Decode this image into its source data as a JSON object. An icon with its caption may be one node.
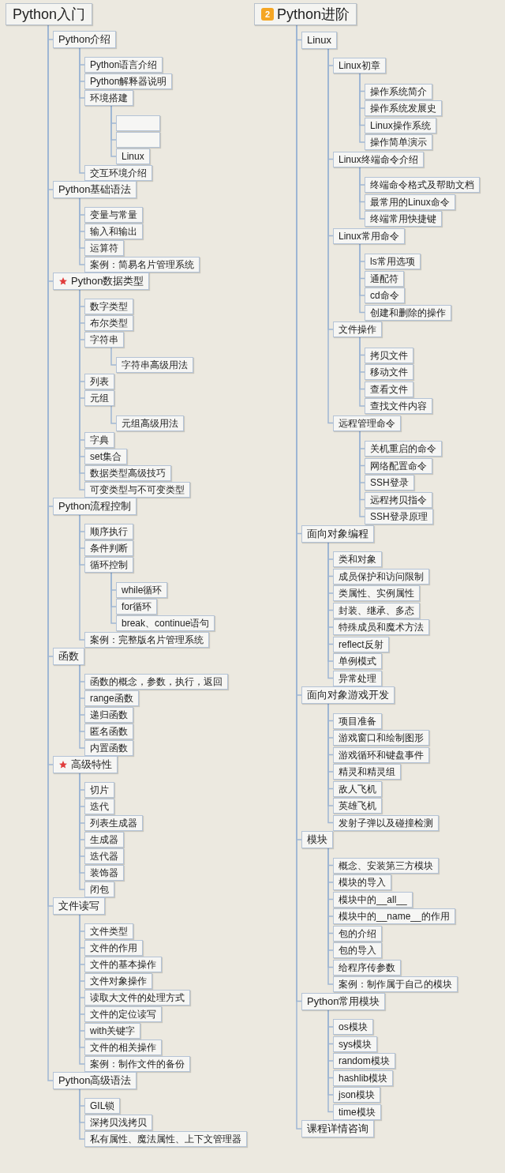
{
  "diagram": {
    "nodes": [
      {
        "text": [
          "Python入门"
        ]
      },
      {
        "text": [
          "Python介绍"
        ]
      },
      {
        "text": [
          "Python语言介绍"
        ]
      },
      {
        "text": [
          "Python解释器说明"
        ]
      },
      {
        "text": [
          "环境搭建"
        ]
      },
      {
        "text": [],
        "shape": "box"
      },
      {
        "text": [],
        "shape": "box"
      },
      {
        "text": [
          "Linux"
        ]
      },
      {
        "text": [
          "交互环境介绍"
        ]
      },
      {
        "text": [
          "Python基础语法"
        ]
      },
      {
        "text": [
          "变量与常量"
        ]
      },
      {
        "text": [
          "输入和输出"
        ]
      },
      {
        "text": [
          "运算符"
        ]
      },
      {
        "text": [
          "案例：简易名片管理系统"
        ]
      },
      {
        "text": [
          "Python数据类型"
        ]
      },
      {
        "text": [
          "数字类型"
        ]
      },
      {
        "text": [
          "布尔类型"
        ]
      },
      {
        "text": [
          "字符串"
        ]
      },
      {
        "text": [
          "字符串高级用法"
        ]
      },
      {
        "text": [
          "列表"
        ]
      },
      {
        "text": [
          "元组"
        ]
      },
      {
        "text": [
          "元组高级用法"
        ]
      },
      {
        "text": [
          "字典"
        ]
      },
      {
        "text": [
          "set集合"
        ]
      },
      {
        "text": [
          "数据类型高级技巧"
        ]
      },
      {
        "text": [
          "可变类型与不可变类型"
        ]
      },
      {
        "text": [
          "Python流程控制"
        ]
      },
      {
        "text": [
          "顺序执行"
        ]
      },
      {
        "text": [
          "条件判断"
        ]
      },
      {
        "text": [
          "循环控制"
        ]
      },
      {
        "text": [
          "while循环"
        ]
      },
      {
        "text": [
          "for循环"
        ]
      },
      {
        "text": [
          "break、continue语句"
        ]
      },
      {
        "text": [
          "案例：完整版名片管理系统"
        ]
      },
      {
        "text": [
          "函数"
        ]
      },
      {
        "text": [
          "函数的概念，参数，执行，返回"
        ]
      },
      {
        "text": [
          "range函数"
        ]
      },
      {
        "text": [
          "递归函数"
        ]
      },
      {
        "text": [
          "匿名函数"
        ]
      },
      {
        "text": [
          "内置函数"
        ]
      },
      {
        "text": [
          "高级特性"
        ]
      },
      {
        "text": [
          "切片"
        ]
      },
      {
        "text": [
          "迭代"
        ]
      },
      {
        "text": [
          "列表生成器"
        ]
      },
      {
        "text": [
          "生成器"
        ]
      },
      {
        "text": [
          "迭代器"
        ]
      },
      {
        "text": [
          "装饰器"
        ]
      },
      {
        "text": [
          "闭包"
        ]
      },
      {
        "text": [
          "文件读写"
        ]
      },
      {
        "text": [
          "文件类型"
        ]
      },
      {
        "text": [
          "文件的作用"
        ]
      },
      {
        "text": [
          "文件的基本操作"
        ]
      },
      {
        "text": [
          "文件对象操作"
        ]
      },
      {
        "text": [
          "读取大文件的处理方式"
        ]
      },
      {
        "text": [
          "文件的定位读写"
        ]
      },
      {
        "text": [
          "with关键字"
        ]
      },
      {
        "text": [
          "文件的相关操作"
        ]
      },
      {
        "text": [
          "案例：制作文件的备份"
        ]
      },
      {
        "text": [
          "Python高级语法"
        ]
      },
      {
        "text": [
          "GIL锁"
        ]
      },
      {
        "text": [
          "深拷贝浅拷贝"
        ]
      },
      {
        "text": [
          "私有属性、魔法属性、上下文管理器"
        ]
      },
      {
        "text": [
          "Python进阶"
        ]
      },
      {
        "text": [
          "Linux"
        ]
      },
      {
        "text": [
          "Linux初章"
        ]
      },
      {
        "text": [
          "操作系统简介"
        ]
      },
      {
        "text": [
          "操作系统发展史"
        ]
      },
      {
        "text": [
          "Linux操作系统"
        ]
      },
      {
        "text": [
          "操作简单演示"
        ]
      },
      {
        "text": [
          "Linux终端命令介绍"
        ]
      },
      {
        "text": [
          "终端命令格式及帮助文档"
        ]
      },
      {
        "text": [
          "最常用的Linux命令"
        ]
      },
      {
        "text": [
          "终端常用快捷键"
        ]
      },
      {
        "text": [
          "Linux常用命令"
        ]
      },
      {
        "text": [
          "ls常用选项"
        ]
      },
      {
        "text": [
          "通配符"
        ]
      },
      {
        "text": [
          "cd命令"
        ]
      },
      {
        "text": [
          "创建和删除的操作"
        ]
      },
      {
        "text": [
          "文件操作"
        ]
      },
      {
        "text": [
          "拷贝文件"
        ]
      },
      {
        "text": [
          "移动文件"
        ]
      },
      {
        "text": [
          "查看文件"
        ]
      },
      {
        "text": [
          "查找文件内容"
        ]
      },
      {
        "text": [
          "远程管理命令"
        ]
      },
      {
        "text": [
          "关机重启的命令"
        ]
      },
      {
        "text": [
          "网络配置命令"
        ]
      },
      {
        "text": [
          "SSH登录"
        ]
      },
      {
        "text": [
          "远程拷贝指令"
        ]
      },
      {
        "text": [
          "SSH登录原理"
        ]
      },
      {
        "text": [
          "面向对象编程"
        ]
      },
      {
        "text": [
          "类和对象"
        ]
      },
      {
        "text": [
          "成员保护和访问限制"
        ]
      },
      {
        "text": [
          "类属性、实例属性"
        ]
      },
      {
        "text": [
          "封装、继承、多态"
        ]
      },
      {
        "text": [
          "特殊成员和魔术方法"
        ]
      },
      {
        "text": [
          "reflect反射"
        ]
      },
      {
        "text": [
          "单例模式"
        ]
      },
      {
        "text": [
          "异常处理"
        ]
      },
      {
        "text": [
          "面向对象游戏开发"
        ]
      },
      {
        "text": [
          "项目准备"
        ]
      },
      {
        "text": [
          "游戏窗口和绘制图形"
        ]
      },
      {
        "text": [
          "游戏循环和键盘事件"
        ]
      },
      {
        "text": [
          "精灵和精灵组"
        ]
      },
      {
        "text": [
          "敌人飞机"
        ]
      },
      {
        "text": [
          "英雄飞机"
        ]
      },
      {
        "text": [
          "发射子弹以及碰撞检测"
        ]
      },
      {
        "text": [
          "模块"
        ]
      },
      {
        "text": [
          "概念、安装第三方模块"
        ]
      },
      {
        "text": [
          "模块的导入"
        ]
      },
      {
        "text": [
          "模块中的__all__"
        ]
      },
      {
        "text": [
          "模块中的__name__的作用"
        ]
      },
      {
        "text": [
          "包的介绍"
        ]
      },
      {
        "text": [
          "包的导入"
        ]
      },
      {
        "text": [
          "给程序传参数"
        ]
      },
      {
        "text": [
          "案例：制作属于自己的模块"
        ]
      },
      {
        "text": [
          "Python常用模块"
        ]
      },
      {
        "text": [
          "os模块"
        ]
      },
      {
        "text": [
          "sys模块"
        ]
      },
      {
        "text": [
          "random模块"
        ]
      },
      {
        "text": [
          "hashlib模块"
        ]
      },
      {
        "text": [
          "json模块"
        ]
      },
      {
        "text": [
          "time模块"
        ]
      },
      {
        "text": [
          "课程详情咨询"
        ]
      }
    ],
    "edges": [
      {
        "from": 0,
        "to": 1,
        "arrow": "none"
      },
      {
        "from": 1,
        "to": 2,
        "arrow": "none"
      },
      {
        "from": 1,
        "to": 3,
        "arrow": "none"
      },
      {
        "from": 1,
        "to": 4,
        "arrow": "none"
      },
      {
        "from": 4,
        "to": 5,
        "arrow": "none"
      },
      {
        "from": 4,
        "to": 6,
        "arrow": "none"
      },
      {
        "from": 4,
        "to": 7,
        "arrow": "none"
      },
      {
        "from": 1,
        "to": 8,
        "arrow": "none"
      },
      {
        "from": 0,
        "to": 9,
        "arrow": "none"
      },
      {
        "from": 9,
        "to": 10,
        "arrow": "none"
      },
      {
        "from": 9,
        "to": 11,
        "arrow": "none"
      },
      {
        "from": 9,
        "to": 12,
        "arrow": "none"
      },
      {
        "from": 9,
        "to": 13,
        "arrow": "none"
      },
      {
        "from": 0,
        "to": 14,
        "arrow": "none"
      },
      {
        "from": 14,
        "to": 15,
        "arrow": "none"
      },
      {
        "from": 14,
        "to": 16,
        "arrow": "none"
      },
      {
        "from": 14,
        "to": 17,
        "arrow": "none"
      },
      {
        "from": 17,
        "to": 18,
        "arrow": "none"
      },
      {
        "from": 14,
        "to": 19,
        "arrow": "none"
      },
      {
        "from": 14,
        "to": 20,
        "arrow": "none"
      },
      {
        "from": 20,
        "to": 21,
        "arrow": "none"
      },
      {
        "from": 14,
        "to": 22,
        "arrow": "none"
      },
      {
        "from": 14,
        "to": 23,
        "arrow": "none"
      },
      {
        "from": 14,
        "to": 24,
        "arrow": "none"
      },
      {
        "from": 14,
        "to": 25,
        "arrow": "none"
      },
      {
        "from": 0,
        "to": 26,
        "arrow": "none"
      },
      {
        "from": 26,
        "to": 27,
        "arrow": "none"
      },
      {
        "from": 26,
        "to": 28,
        "arrow": "none"
      },
      {
        "from": 26,
        "to": 29,
        "arrow": "none"
      },
      {
        "from": 29,
        "to": 30,
        "arrow": "none"
      },
      {
        "from": 29,
        "to": 31,
        "arrow": "none"
      },
      {
        "from": 29,
        "to": 32,
        "arrow": "none"
      },
      {
        "from": 26,
        "to": 33,
        "arrow": "none"
      },
      {
        "from": 0,
        "to": 34,
        "arrow": "none"
      },
      {
        "from": 34,
        "to": 35,
        "arrow": "none"
      },
      {
        "from": 34,
        "to": 36,
        "arrow": "none"
      },
      {
        "from": 34,
        "to": 37,
        "arrow": "none"
      },
      {
        "from": 34,
        "to": 38,
        "arrow": "none"
      },
      {
        "from": 34,
        "to": 39,
        "arrow": "none"
      },
      {
        "from": 0,
        "to": 40,
        "arrow": "none"
      },
      {
        "from": 40,
        "to": 41,
        "arrow": "none"
      },
      {
        "from": 40,
        "to": 42,
        "arrow": "none"
      },
      {
        "from": 40,
        "to": 43,
        "arrow": "none"
      },
      {
        "from": 40,
        "to": 44,
        "arrow": "none"
      },
      {
        "from": 40,
        "to": 45,
        "arrow": "none"
      },
      {
        "from": 40,
        "to": 46,
        "arrow": "none"
      },
      {
        "from": 40,
        "to": 47,
        "arrow": "none"
      },
      {
        "from": 0,
        "to": 48,
        "arrow": "none"
      },
      {
        "from": 48,
        "to": 49,
        "arrow": "none"
      },
      {
        "from": 48,
        "to": 50,
        "arrow": "none"
      },
      {
        "from": 48,
        "to": 51,
        "arrow": "none"
      },
      {
        "from": 48,
        "to": 52,
        "arrow": "none"
      },
      {
        "from": 48,
        "to": 53,
        "arrow": "none"
      },
      {
        "from": 48,
        "to": 54,
        "arrow": "none"
      },
      {
        "from": 48,
        "to": 55,
        "arrow": "none"
      },
      {
        "from": 48,
        "to": 56,
        "arrow": "none"
      },
      {
        "from": 48,
        "to": 57,
        "arrow": "none"
      },
      {
        "from": 0,
        "to": 58,
        "arrow": "none"
      },
      {
        "from": 58,
        "to": 59,
        "arrow": "none"
      },
      {
        "from": 58,
        "to": 60,
        "arrow": "none"
      },
      {
        "from": 58,
        "to": 61,
        "arrow": "none"
      },
      {
        "from": 62,
        "to": 63,
        "arrow": "none"
      },
      {
        "from": 63,
        "to": 64,
        "arrow": "none"
      },
      {
        "from": 64,
        "to": 65,
        "arrow": "none"
      },
      {
        "from": 64,
        "to": 66,
        "arrow": "none"
      },
      {
        "from": 64,
        "to": 67,
        "arrow": "none"
      },
      {
        "from": 64,
        "to": 68,
        "arrow": "none"
      },
      {
        "from": 63,
        "to": 69,
        "arrow": "none"
      },
      {
        "from": 69,
        "to": 70,
        "arrow": "none"
      },
      {
        "from": 69,
        "to": 71,
        "arrow": "none"
      },
      {
        "from": 69,
        "to": 72,
        "arrow": "none"
      },
      {
        "from": 63,
        "to": 73,
        "arrow": "none"
      },
      {
        "from": 73,
        "to": 74,
        "arrow": "none"
      },
      {
        "from": 73,
        "to": 75,
        "arrow": "none"
      },
      {
        "from": 73,
        "to": 76,
        "arrow": "none"
      },
      {
        "from": 73,
        "to": 77,
        "arrow": "none"
      },
      {
        "from": 63,
        "to": 78,
        "arrow": "none"
      },
      {
        "from": 78,
        "to": 79,
        "arrow": "none"
      },
      {
        "from": 78,
        "to": 80,
        "arrow": "none"
      },
      {
        "from": 78,
        "to": 81,
        "arrow": "none"
      },
      {
        "from": 78,
        "to": 82,
        "arrow": "none"
      },
      {
        "from": 63,
        "to": 83,
        "arrow": "none"
      },
      {
        "from": 83,
        "to": 84,
        "arrow": "none"
      },
      {
        "from": 83,
        "to": 85,
        "arrow": "none"
      },
      {
        "from": 83,
        "to": 86,
        "arrow": "none"
      },
      {
        "from": 83,
        "to": 87,
        "arrow": "none"
      },
      {
        "from": 83,
        "to": 88,
        "arrow": "none"
      },
      {
        "from": 62,
        "to": 89,
        "arrow": "none"
      },
      {
        "from": 89,
        "to": 90,
        "arrow": "none"
      },
      {
        "from": 89,
        "to": 91,
        "arrow": "none"
      },
      {
        "from": 89,
        "to": 92,
        "arrow": "none"
      },
      {
        "from": 89,
        "to": 93,
        "arrow": "none"
      },
      {
        "from": 89,
        "to": 94,
        "arrow": "none"
      },
      {
        "from": 89,
        "to": 95,
        "arrow": "none"
      },
      {
        "from": 89,
        "to": 96,
        "arrow": "none"
      },
      {
        "from": 89,
        "to": 97,
        "arrow": "none"
      },
      {
        "from": 62,
        "to": 98,
        "arrow": "none"
      },
      {
        "from": 98,
        "to": 99,
        "arrow": "none"
      },
      {
        "from": 98,
        "to": 100,
        "arrow": "none"
      },
      {
        "from": 98,
        "to": 101,
        "arrow": "none"
      },
      {
        "from": 98,
        "to": 102,
        "arrow": "none"
      },
      {
        "from": 98,
        "to": 103,
        "arrow": "none"
      },
      {
        "from": 98,
        "to": 104,
        "arrow": "none"
      },
      {
        "from": 98,
        "to": 105,
        "arrow": "none"
      },
      {
        "from": 62,
        "to": 106,
        "arrow": "none"
      },
      {
        "from": 106,
        "to": 107,
        "arrow": "none"
      },
      {
        "from": 106,
        "to": 108,
        "arrow": "none"
      },
      {
        "from": 106,
        "to": 109,
        "arrow": "none"
      },
      {
        "from": 106,
        "to": 110,
        "arrow": "none"
      },
      {
        "from": 106,
        "to": 111,
        "arrow": "none"
      },
      {
        "from": 106,
        "to": 112,
        "arrow": "none"
      },
      {
        "from": 106,
        "to": 113,
        "arrow": "none"
      },
      {
        "from": 106,
        "to": 114,
        "arrow": "none"
      },
      {
        "from": 62,
        "to": 115,
        "arrow": "none"
      },
      {
        "from": 115,
        "to": 116,
        "arrow": "none"
      },
      {
        "from": 115,
        "to": 117,
        "arrow": "none"
      },
      {
        "from": 115,
        "to": 118,
        "arrow": "none"
      },
      {
        "from": 115,
        "to": 119,
        "arrow": "none"
      },
      {
        "from": 115,
        "to": 120,
        "arrow": "none"
      },
      {
        "from": 115,
        "to": 121,
        "arrow": "none"
      },
      {
        "from": 62,
        "to": 122,
        "arrow": "none"
      }
    ],
    "labels": [
      "2"
    ]
  }
}
